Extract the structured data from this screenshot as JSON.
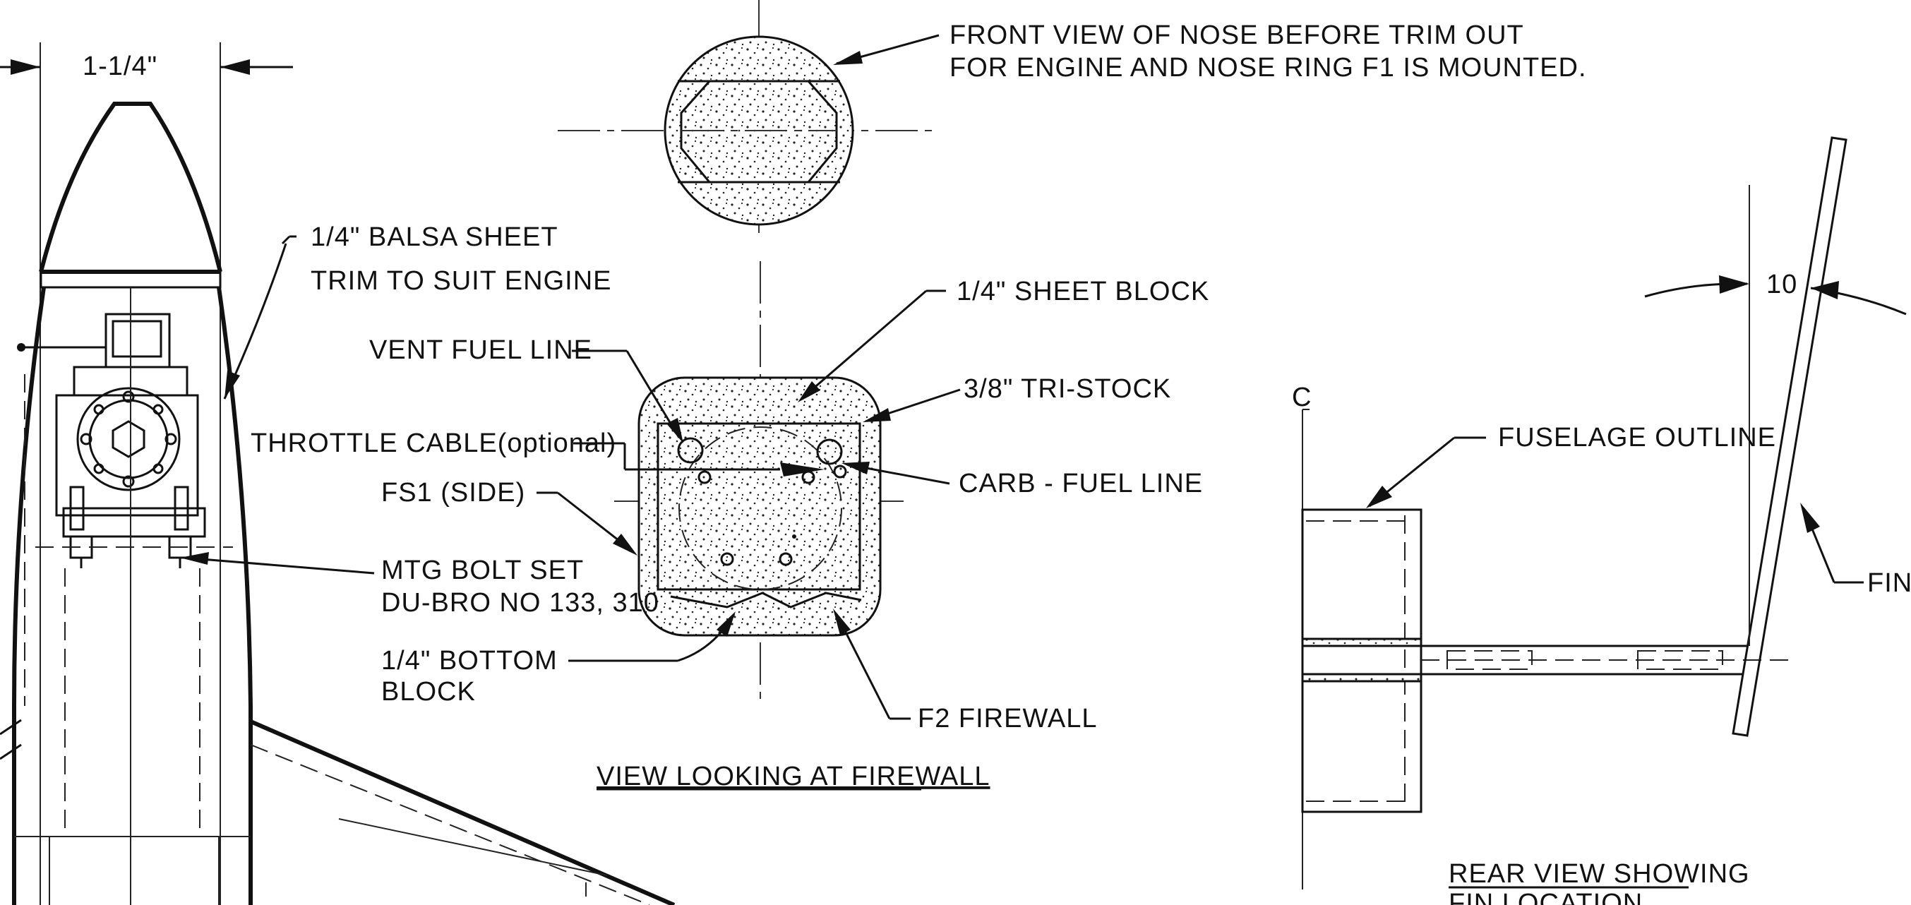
{
  "labels": {
    "dim_nose_width": "1-1/4\"",
    "front_view_line1": "FRONT VIEW OF NOSE BEFORE TRIM OUT",
    "front_view_line2": "FOR ENGINE AND NOSE RING F1 IS MOUNTED.",
    "balsa_line1": "1/4\" BALSA SHEET",
    "balsa_line2": "TRIM TO SUIT ENGINE",
    "sheet_block": "1/4\" SHEET BLOCK",
    "vent_fuel_line": "VENT FUEL LINE",
    "tri_stock": "3/8\" TRI-STOCK",
    "throttle_cable": "THROTTLE CABLE(optional)",
    "carb_fuel_line": "CARB - FUEL LINE",
    "fs1_side": "FS1  (SIDE)",
    "mtg_bolt_line1": "MTG BOLT SET",
    "mtg_bolt_line2": "DU-BRO NO 133, 310",
    "bottom_block_line1": "1/4\" BOTTOM",
    "bottom_block_line2": "BLOCK",
    "f2_firewall": "F2  FIREWALL",
    "view_firewall": "VIEW LOOKING AT FIREWALL",
    "centerline_mark": "C",
    "fuselage_outline": "FUSELAGE OUTLINE",
    "fin_angle": "10",
    "fin": "FIN",
    "rear_view_line1": "REAR VIEW SHOWING",
    "rear_view_line2": "FIN LOCATION"
  },
  "colors": {
    "ink": "#111111",
    "paper": "#ffffff"
  }
}
